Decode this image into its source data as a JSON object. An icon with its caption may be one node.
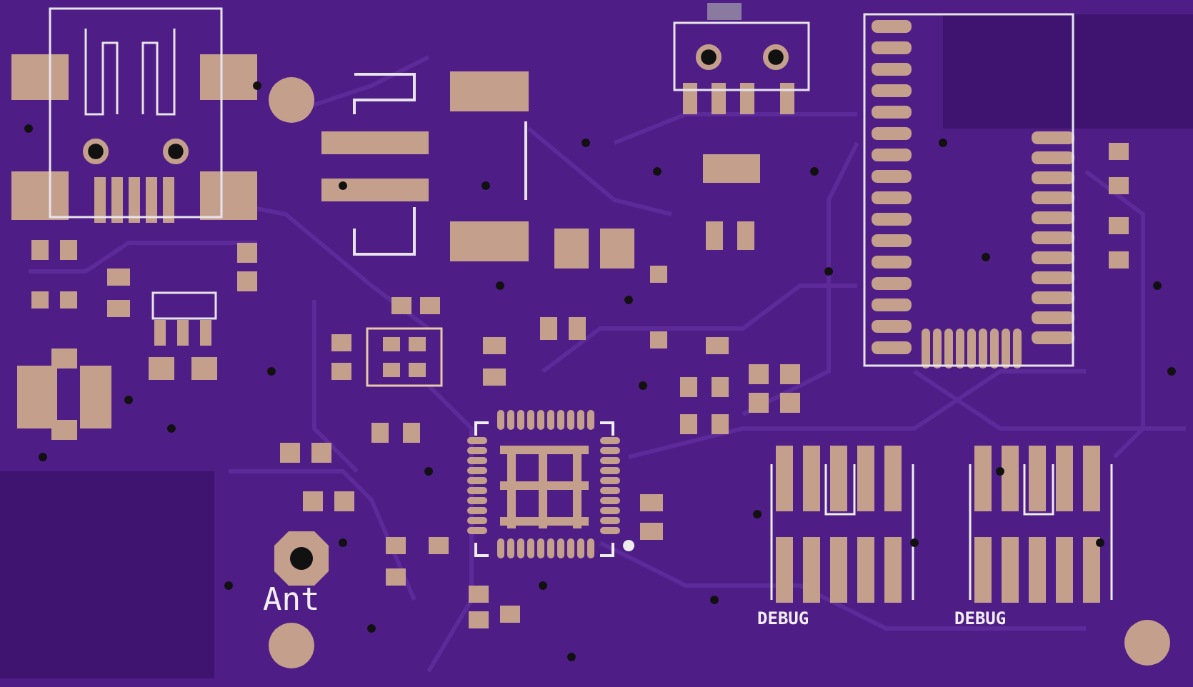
{
  "diagram": {
    "labels": [
      "Ant",
      "DEBUG",
      "DEBUG"
    ]
  }
}
